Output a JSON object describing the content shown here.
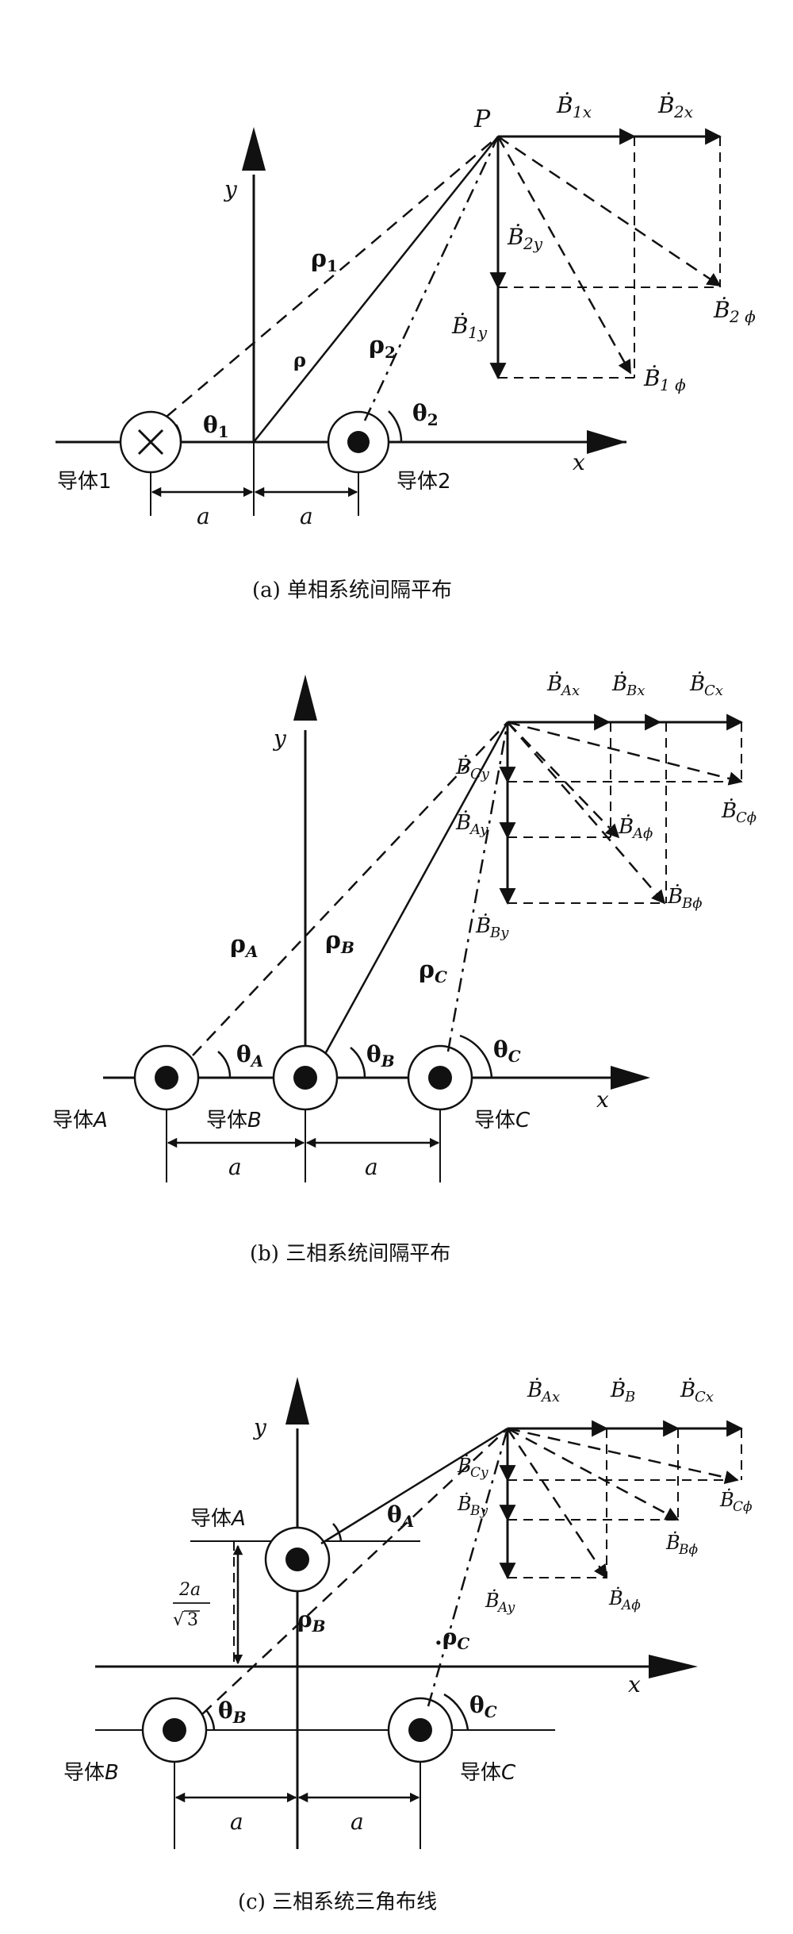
{
  "panel_a": {
    "caption": "(a) 单相系统间隔平布",
    "point": "P",
    "axis_x": "x",
    "axis_y": "y",
    "conductor1": "导体1",
    "conductor2": "导体2",
    "dist": "a",
    "rho": "ρ",
    "rho1_base": "ρ",
    "rho1_sub": "1",
    "rho2_base": "ρ",
    "rho2_sub": "2",
    "theta1_base": "θ",
    "theta1_sub": "1",
    "theta2_base": "θ",
    "theta2_sub": "2",
    "b1x": "1x",
    "b2x": "2x",
    "b2y": "2y",
    "b1y": "1y",
    "b2phi": "2 ϕ",
    "b1phi": "1 ϕ"
  },
  "panel_b": {
    "caption": "(b) 三相系统间隔平布",
    "axis_x": "x",
    "axis_y": "y",
    "conductorA_cn": "导体",
    "conductorA_sym": "A",
    "conductorB_cn": "导体",
    "conductorB_sym": "B",
    "conductorC_cn": "导体",
    "conductorC_sym": "C",
    "dist": "a",
    "rhoA_sub": "A",
    "rhoB_sub": "B",
    "rhoC_sub": "C",
    "thetaA_sub": "A",
    "thetaB_sub": "B",
    "thetaC_sub": "C",
    "bAx": "Ax",
    "bBx": "Bx",
    "bCx": "Cx",
    "bCy": "Cy",
    "bAy": "Ay",
    "bBy": "By",
    "bAphi": "Aϕ",
    "bBphi": "Bϕ",
    "bCphi": "Cϕ"
  },
  "panel_c": {
    "caption": "(c) 三相系统三角布线",
    "axis_x": "x",
    "axis_y": "y",
    "conductorA_cn": "导体",
    "conductorA_sym": "A",
    "conductorB_cn": "导体",
    "conductorB_sym": "B",
    "conductorC_cn": "导体",
    "conductorC_sym": "C",
    "dist": "a",
    "height_num": "2a",
    "height_den": "3",
    "rhoB_sub": "B",
    "rhoC_sub": "C",
    "thetaA_sub": "A",
    "thetaB_sub": "B",
    "thetaC_sub": "C",
    "bAx": "Ax",
    "bB": "B",
    "bCx": "Cx",
    "bCy": "Cy",
    "bBy": "By",
    "bAy": "Ay",
    "bAphi": "Aϕ",
    "bBphi": "Bϕ",
    "bCphi": "Cϕ"
  }
}
